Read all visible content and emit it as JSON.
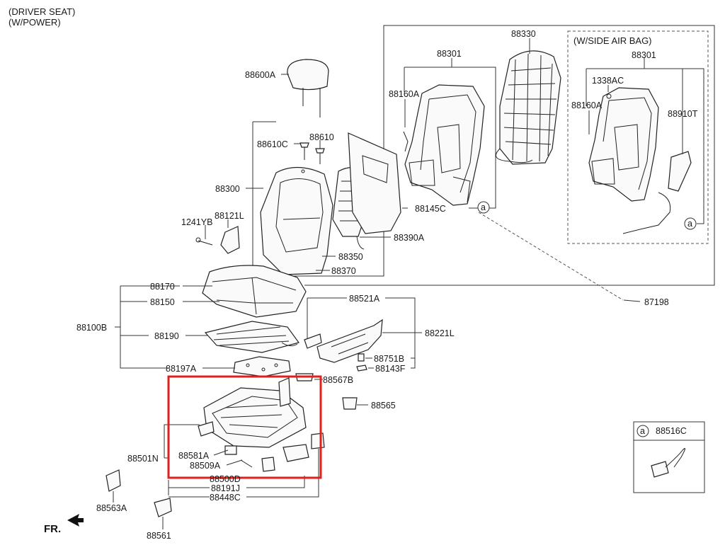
{
  "header": {
    "line1": "(DRIVER SEAT)",
    "line2": "(W/POWER)"
  },
  "side_airbag_box": {
    "title": "(W/SIDE AIR BAG)"
  },
  "fr_label": "FR.",
  "callout_symbol": "a",
  "legend": {
    "symbol": "a",
    "part": "88516C"
  },
  "parts": {
    "p88330": "88330",
    "p88301": "88301",
    "p88301b": "88301",
    "p88160A": "88160A",
    "p88160Ab": "88160A",
    "p1338AC": "1338AC",
    "p88910T": "88910T",
    "p88600A": "88600A",
    "p88610C": "88610C",
    "p88610": "88610",
    "p88300": "88300",
    "p1241YB": "1241YB",
    "p88121L": "88121L",
    "p88145C": "88145C",
    "p88390A": "88390A",
    "p88350": "88350",
    "p88370": "88370",
    "p88170": "88170",
    "p88150": "88150",
    "p88100B": "88100B",
    "p88190": "88190",
    "p88197A": "88197A",
    "p87198": "87198",
    "p88521A": "88521A",
    "p88221L": "88221L",
    "p88751B": "88751B",
    "p88143F": "88143F",
    "p88567B": "88567B",
    "p88565": "88565",
    "p88501N": "88501N",
    "p88581A": "88581A",
    "p88509A": "88509A",
    "p88500D": "88500D",
    "p88191J": "88191J",
    "p88448C": "88448C",
    "p88563A": "88563A",
    "p88561": "88561"
  },
  "highlight_color": "#e0201c"
}
